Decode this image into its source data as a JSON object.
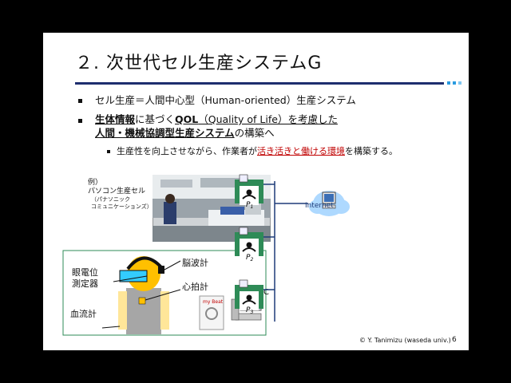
{
  "slide": {
    "title": "２. 次世代セル生産システムG",
    "bullets": [
      {
        "text": "セル生産＝人間中心型（Human-oriented）生産システム"
      },
      {
        "line1_parts": [
          "生体情報",
          "に基づく",
          "QOL",
          "（Quality of Life）を考慮した"
        ],
        "line2_parts": [
          "人間・機械協調型生産システム",
          "の構築へ"
        ]
      }
    ],
    "sub_bullet_parts": [
      "生産性を向上させながら、作業者が",
      "活き活きと働ける環境",
      "を構築する。"
    ],
    "footer": {
      "credit": "© Y. Tanimizu (waseda univ.)",
      "page": "6"
    }
  },
  "diagram": {
    "internet_label": "Internet",
    "photo_caption": [
      "例）",
      "パソコン生産セル",
      "（パナソニック",
      "コミュニケーションズ）"
    ],
    "sensors": {
      "eeg": "脳波計",
      "eog_1": "眼電位",
      "eog_2": "測定器",
      "heart": "心拍計",
      "blood": "血流計"
    },
    "pc_label": "解析用PC",
    "device_brand": "my Beat",
    "stations": [
      {
        "letter": "P",
        "sub": "1"
      },
      {
        "letter": "P",
        "sub": "2"
      },
      {
        "letter": "P",
        "sub": "3"
      }
    ]
  },
  "colors": {
    "rule": "#1e2e6e",
    "accent_square": "#2a9be0",
    "station_green": "#2e8b57",
    "highlight": "#c00000",
    "network_line": "#1e3c78",
    "worker_head": "#ffc000",
    "worker_body": "#a6a6a6",
    "worker_arms": "#ffe699"
  },
  "icons": [
    "bullet-square",
    "cloud-icon",
    "monitor-icon",
    "workstation-icon",
    "heart-monitor-icon",
    "pc-icon"
  ]
}
